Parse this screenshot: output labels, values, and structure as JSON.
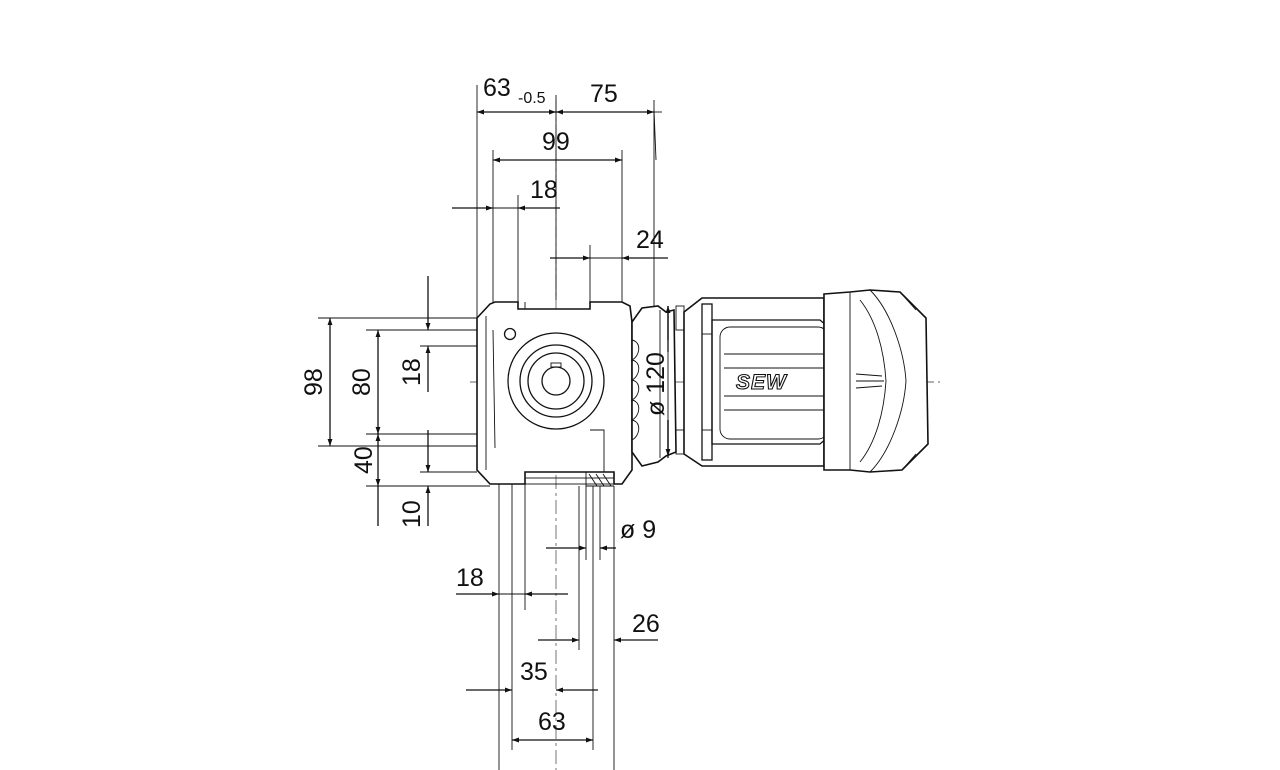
{
  "drawing": {
    "logo_text": "SEW",
    "ink_color": "#111111",
    "background_color": "#ffffff"
  },
  "dimensions": {
    "top_63": "63",
    "top_tolerance": "-0.5",
    "top_75": "75",
    "top_99": "99",
    "top_18": "18",
    "right_24": "24",
    "diameter_120": "ø 120",
    "left_98": "98",
    "left_80": "80",
    "left_18": "18",
    "left_40": "40",
    "left_10": "10",
    "diameter_9": "ø 9",
    "bottom_18": "18",
    "bottom_26": "26",
    "bottom_35": "35",
    "bottom_63": "63"
  }
}
